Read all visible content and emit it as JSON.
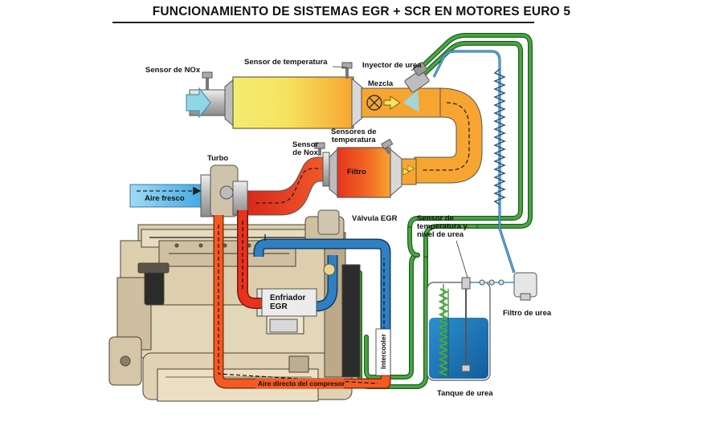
{
  "title": "FUNCIONAMIENTO DE SISTEMAS EGR + SCR EN MOTORES EURO 5",
  "colors": {
    "exhaust_orange": "#f7a531",
    "hot_red": "#e83a1f",
    "cool_blue": "#2f7fc1",
    "fresh_air": "#6fc6ef",
    "urea_green": "#3f8f3a",
    "urea_tank_water": "#1f78b4",
    "engine_tan": "#ddcfae",
    "filter_yellow": "#f5e86a"
  },
  "labels": {
    "nox_sensor_top": "Sensor de NOx",
    "temp_sensor_top": "Sensor de temperatura",
    "urea_injector": "Inyector de urea",
    "mix": "Mezcla",
    "nox_sensor_mid": [
      "Sensor",
      "de Nox"
    ],
    "temp_sensors_mid": [
      "Sensores de",
      "temperatura"
    ],
    "filter": "Filtro",
    "turbo": "Turbo",
    "fresh_air": "Aire fresco",
    "egr_valve": "Válvula EGR",
    "egr_cooler": [
      "Enfriador",
      "EGR"
    ],
    "intercooler": "Intercooler",
    "direct_air": "Aire directo del compresor",
    "temp_level_sensor": [
      "Sensor de",
      "temperatura y",
      "nivel de urea"
    ],
    "urea_filter": "Filtro de urea",
    "urea_tank": "Tanque de urea"
  }
}
